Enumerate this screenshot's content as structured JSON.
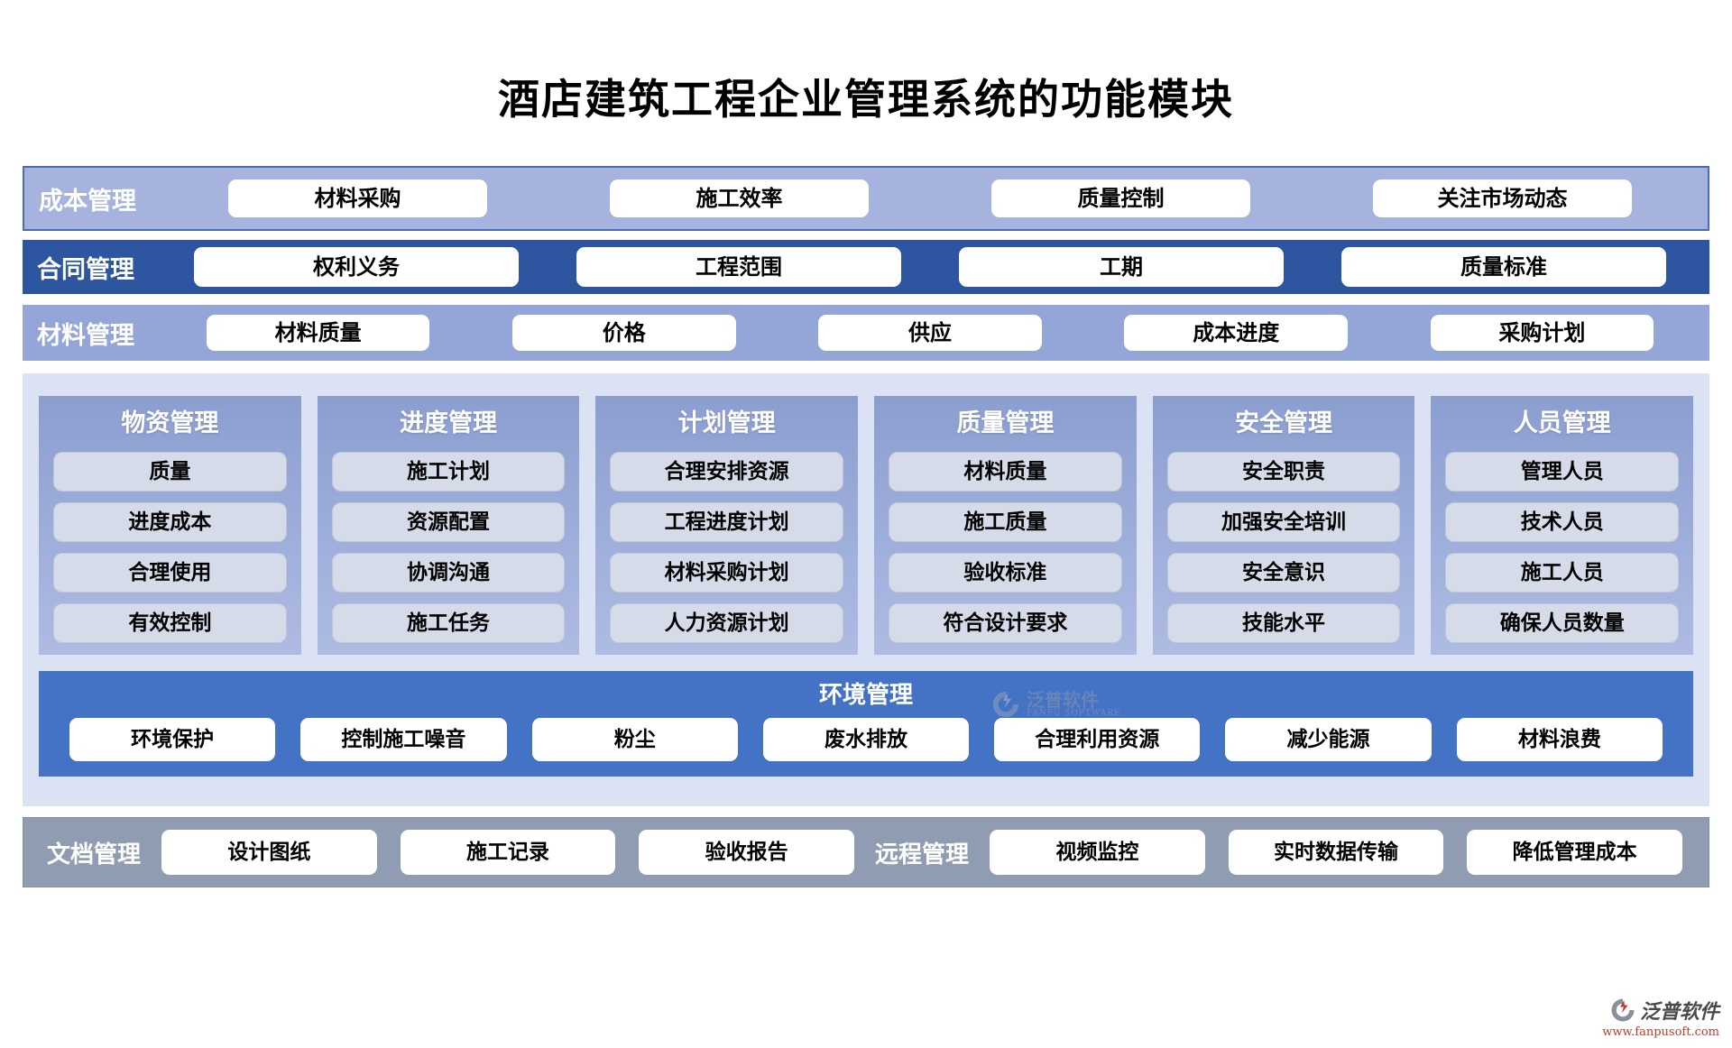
{
  "title": "酒店建筑工程企业管理系统的功能模块",
  "rows": [
    {
      "label": "成本管理",
      "items": [
        "材料采购",
        "施工效率",
        "质量控制",
        "关注市场动态"
      ]
    },
    {
      "label": "合同管理",
      "items": [
        "权利义务",
        "工程范围",
        "工期",
        "质量标准"
      ]
    },
    {
      "label": "材料管理",
      "items": [
        "材料质量",
        "价格",
        "供应",
        "成本进度",
        "采购计划"
      ]
    }
  ],
  "columns": [
    {
      "label": "物资管理",
      "items": [
        "质量",
        "进度成本",
        "合理使用",
        "有效控制"
      ]
    },
    {
      "label": "进度管理",
      "items": [
        "施工计划",
        "资源配置",
        "协调沟通",
        "施工任务"
      ]
    },
    {
      "label": "计划管理",
      "items": [
        "合理安排资源",
        "工程进度计划",
        "材料采购计划",
        "人力资源计划"
      ]
    },
    {
      "label": "质量管理",
      "items": [
        "材料质量",
        "施工质量",
        "验收标准",
        "符合设计要求"
      ]
    },
    {
      "label": "安全管理",
      "items": [
        "安全职责",
        "加强安全培训",
        "安全意识",
        "技能水平"
      ]
    },
    {
      "label": "人员管理",
      "items": [
        "管理人员",
        "技术人员",
        "施工人员",
        "确保人员数量"
      ]
    }
  ],
  "environment": {
    "label": "环境管理",
    "items": [
      "环境保护",
      "控制施工噪音",
      "粉尘",
      "废水排放",
      "合理利用资源",
      "减少能源",
      "材料浪费"
    ]
  },
  "bottom": {
    "doc_label": "文档管理",
    "doc_items": [
      "设计图纸",
      "施工记录",
      "验收报告"
    ],
    "remote_label": "远程管理",
    "remote_items": [
      "视频监控",
      "实时数据传输",
      "降低管理成本"
    ]
  },
  "watermark_center": {
    "brand": "泛普软件",
    "brand_sub": "FANPU SOFTWARE"
  },
  "watermark_corner": {
    "brand": "泛普软件",
    "url": "www.fanpusoft.com"
  },
  "colors": {
    "row1_bg": "#a6b3de",
    "row1_border": "#4a6bb5",
    "row2_bg": "#2e56a0",
    "row3_bg": "#94a6d8",
    "mid_bg": "#dbe2f3",
    "panel_top": "#8b9ed0",
    "panel_bottom": "#aebbe3",
    "chip_bg": "#d5dbe9",
    "env_bg": "#4472c4",
    "bottom_bg": "#8f9cb1"
  }
}
